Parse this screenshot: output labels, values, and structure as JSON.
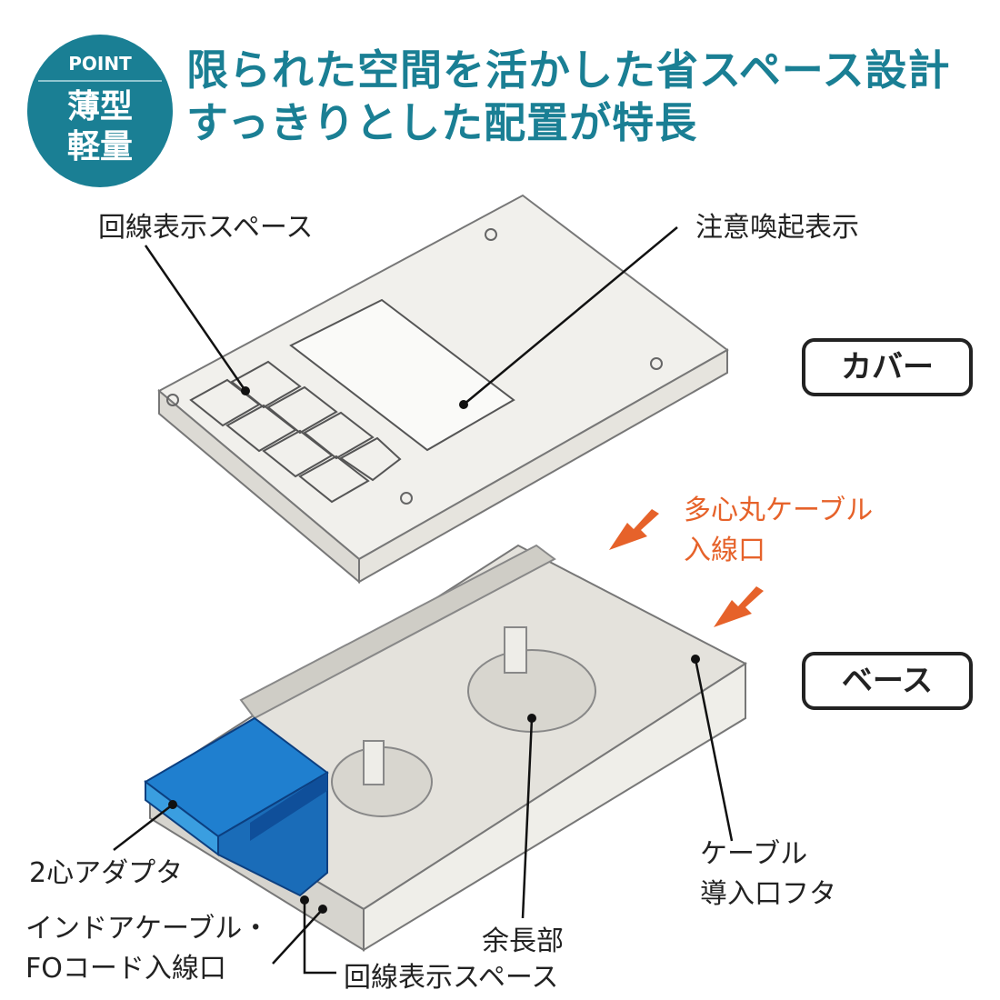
{
  "badge": {
    "point": "POINT",
    "keyword_line1": "薄型",
    "keyword_line2": "軽量"
  },
  "headline": {
    "line1": "限られた空間を活かした省スペース設計",
    "line2": "すっきりとした配置が特長"
  },
  "labels": {
    "line_display_top": "回線表示スペース",
    "caution_display": "注意喚起表示",
    "cover": "カバー",
    "multicore_line1": "多心丸ケーブル",
    "multicore_line2": "入線口",
    "base": "ベース",
    "cable_cap_line1": "ケーブル",
    "cable_cap_line2": "導入口フタ",
    "adapter": "2心アダプタ",
    "indoor_line1": "インドアケーブル・",
    "indoor_line2": "FOコード入線口",
    "slack": "余長部",
    "line_display_bottom": "回線表示スペース"
  },
  "colors": {
    "accent": "#1a7f94",
    "arrow": "#e6622a",
    "adapter": "#1f7fcf"
  }
}
